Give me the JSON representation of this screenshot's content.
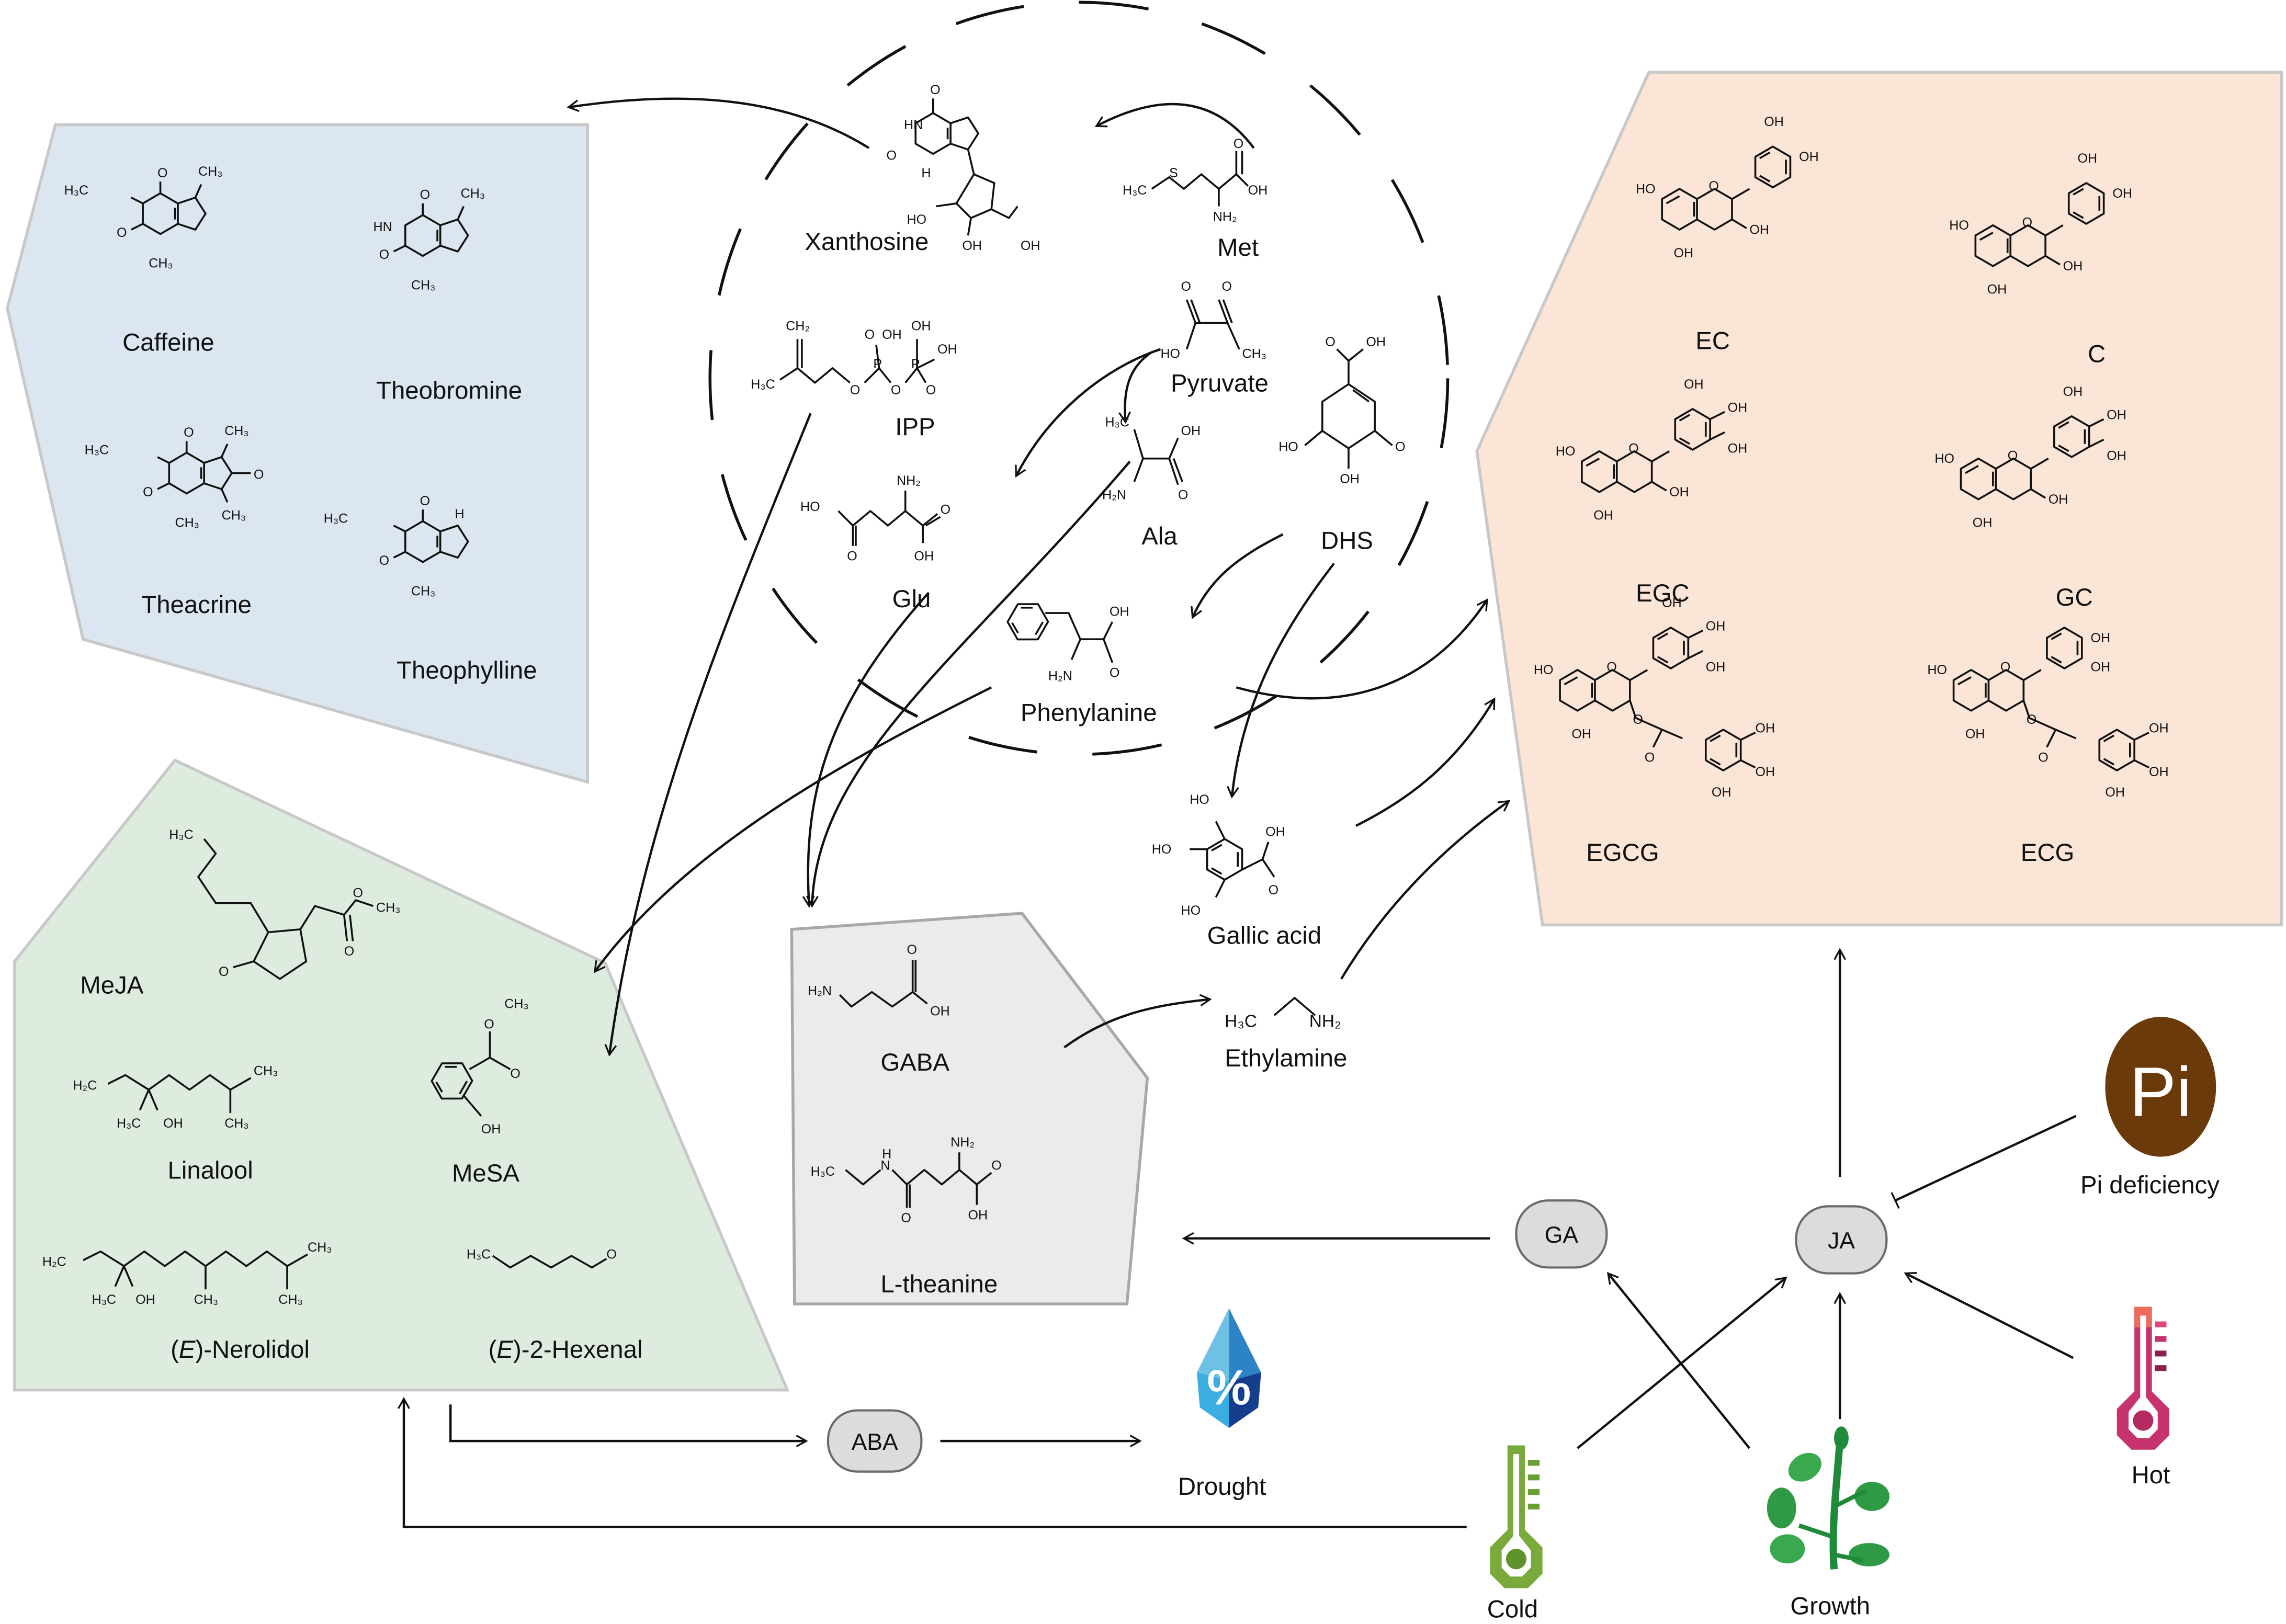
{
  "figure": {
    "title": "Tea plant metabolite pathways and environmental/hormonal regulation"
  },
  "colors": {
    "alkaloid_panel": "#dce6f1",
    "volatile_panel": "#deecdf",
    "catechin_panel": "#fbe5d6",
    "amino_panel": "#ebebeb",
    "panel_border": "#c8c8c8",
    "node_fill": "#dcdcdc",
    "pi_brown": "#6b3a0a",
    "cold_green": "#7aaa3c",
    "hot_pink": "#c7336f",
    "drought_blue": "#1f6fb5",
    "growth_green": "#2a9a48"
  },
  "precursors": {
    "xanthosine": "Xanthosine",
    "met": "Met",
    "ipp": "IPP",
    "pyruvate": "Pyruvate",
    "glu": "Glu",
    "ala": "Ala",
    "dhs": "DHS",
    "phenylanine": "Phenylanine",
    "gallic_acid": "Gallic acid",
    "ethylamine": "Ethylamine"
  },
  "alkaloids": {
    "caffeine": "Caffeine",
    "theobromine": "Theobromine",
    "theacrine": "Theacrine",
    "theophylline": "Theophylline"
  },
  "volatiles": {
    "meja": "MeJA",
    "linalool": "Linalool",
    "mesa": "MeSA",
    "nerolidol_prefix": "(",
    "nerolidol_e": "E",
    "nerolidol_suffix": ")-Nerolidol",
    "hexenal_prefix": "(",
    "hexenal_e": "E",
    "hexenal_suffix": ")-2-Hexenal"
  },
  "amino_acids": {
    "gaba": "GABA",
    "theanine": "L-theanine"
  },
  "catechins": {
    "ec": "EC",
    "c": "C",
    "egc": "EGC",
    "gc": "GC",
    "egcg": "EGCG",
    "ecg": "ECG"
  },
  "hormones": {
    "ga": "GA",
    "ja": "JA",
    "aba": "ABA"
  },
  "factors": {
    "pi_symbol": "Pi",
    "pi_deficiency": "Pi deficiency",
    "drought": "Drought",
    "drought_symbol": "%",
    "cold": "Cold",
    "growth": "Growth",
    "hot": "Hot"
  },
  "atoms": {
    "O": "O",
    "N": "N",
    "HN": "HN",
    "H": "H",
    "OH": "OH",
    "HO": "HO",
    "CH3": "CH₃",
    "H3C": "H₃C",
    "NH2": "NH₂",
    "H2N": "H₂N",
    "CH2": "CH₂",
    "H2C": "H₂C",
    "S": "S",
    "P": "P"
  }
}
